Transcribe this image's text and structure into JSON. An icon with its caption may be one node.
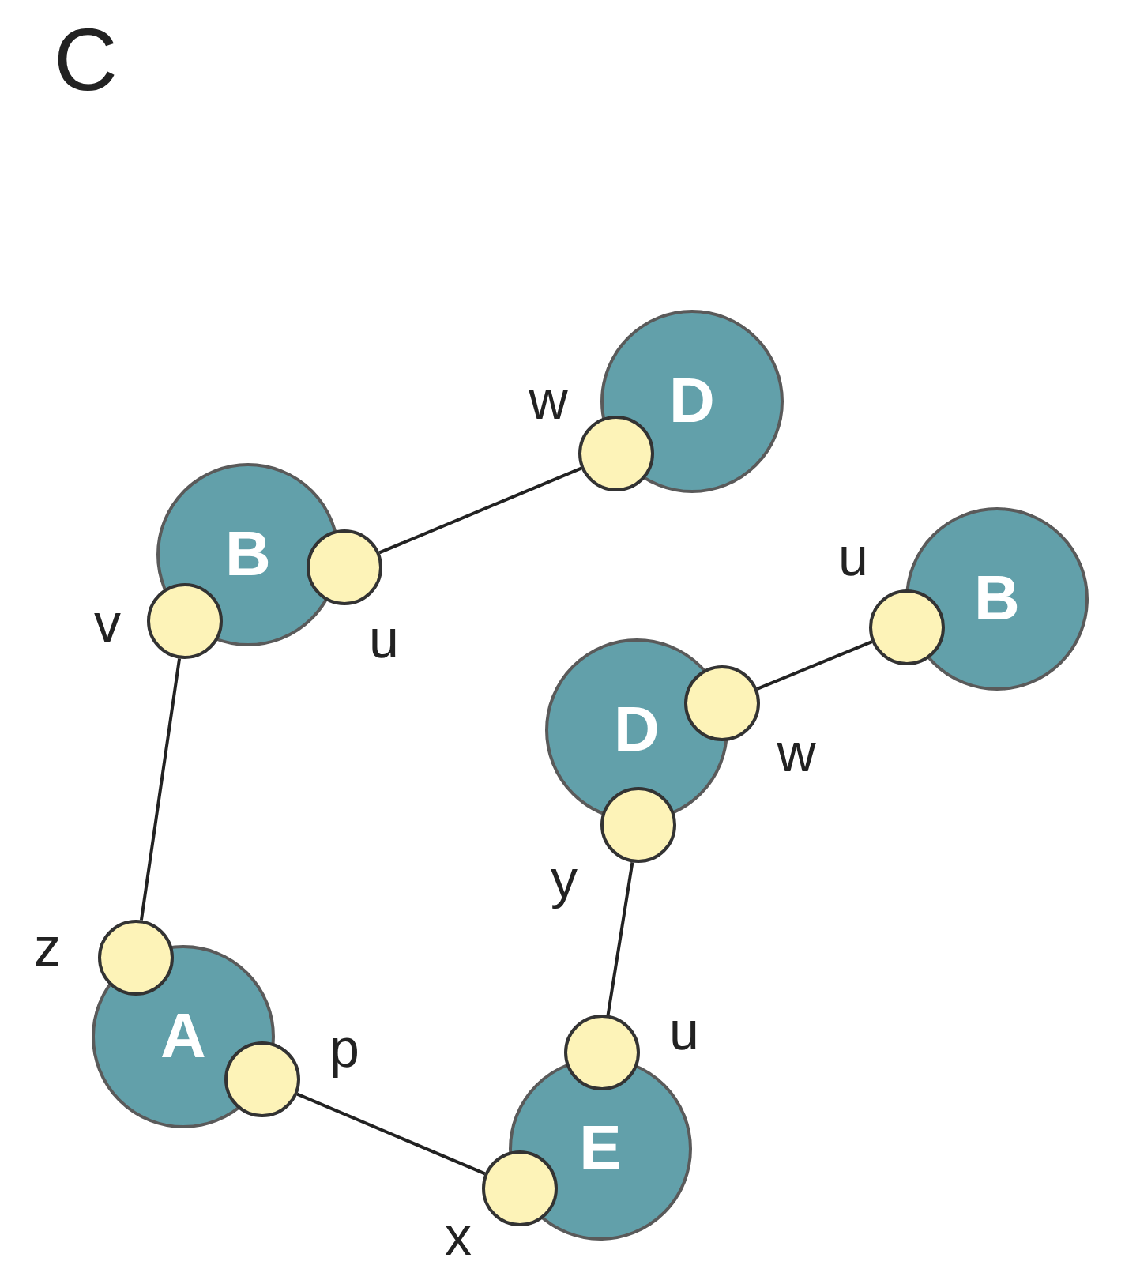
{
  "diagram": {
    "title": "C",
    "nodes": [
      {
        "text": [
          "D"
        ]
      },
      {
        "text": [
          "B"
        ]
      },
      {
        "text": [
          "B"
        ]
      },
      {
        "text": [
          "D"
        ]
      },
      {
        "text": [
          "A"
        ]
      },
      {
        "text": [
          "E"
        ]
      },
      {
        "text": [],
        "shape": "circle",
        "beside": [
          "w"
        ]
      },
      {
        "text": [],
        "shape": "circle",
        "beside": [
          "u"
        ]
      },
      {
        "text": [],
        "shape": "circle",
        "beside": [
          "v"
        ]
      },
      {
        "text": [],
        "shape": "circle",
        "beside": [
          "u"
        ]
      },
      {
        "text": [],
        "shape": "circle",
        "beside": [
          "w"
        ]
      },
      {
        "text": [],
        "shape": "circle",
        "beside": [
          "y"
        ]
      },
      {
        "text": [],
        "shape": "circle",
        "beside": [
          "z"
        ]
      },
      {
        "text": [],
        "shape": "circle",
        "beside": [
          "p"
        ]
      },
      {
        "text": [],
        "shape": "circle",
        "beside": [
          "u"
        ]
      },
      {
        "text": [],
        "shape": "circle",
        "beside": [
          "x"
        ]
      }
    ],
    "edges": [
      {
        "from": 7,
        "to": 6,
        "arrow": "none"
      },
      {
        "from": 8,
        "to": 12,
        "arrow": "none"
      },
      {
        "from": 13,
        "to": 15,
        "arrow": "none"
      },
      {
        "from": 14,
        "to": 11,
        "arrow": "none"
      },
      {
        "from": 10,
        "to": 9,
        "arrow": "none"
      }
    ]
  }
}
